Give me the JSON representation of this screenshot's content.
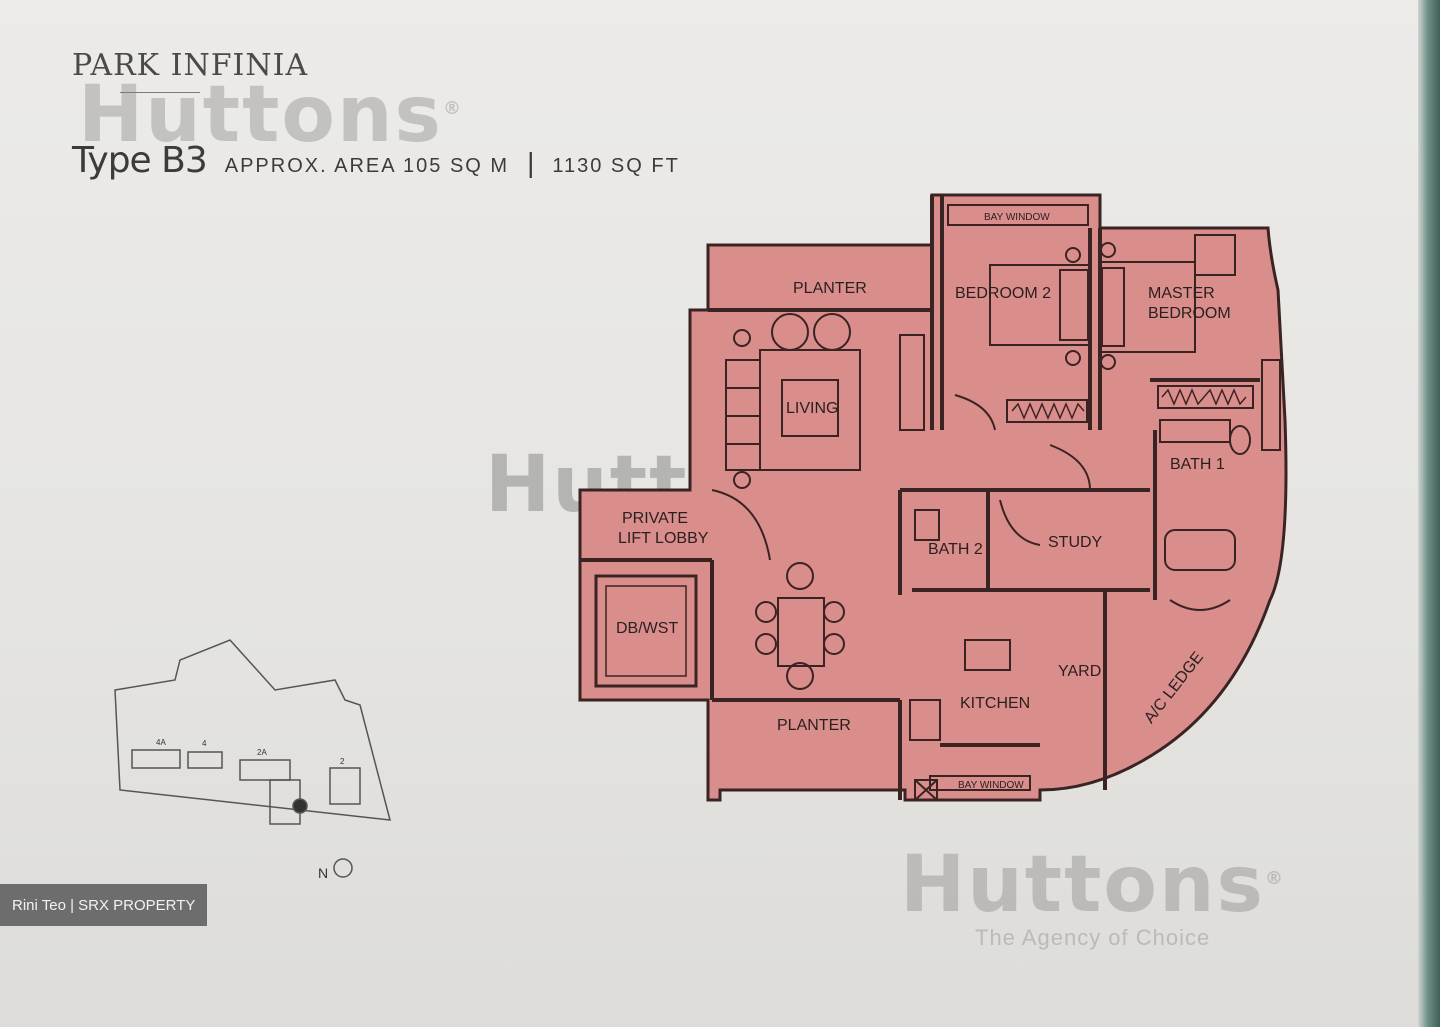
{
  "header": {
    "project_logo": "PARK INFINIA",
    "type_name": "Type B3",
    "area_text": "APPROX. AREA  105 SQ M",
    "separator": "|",
    "area_ft_text": "1130 SQ FT"
  },
  "watermarks": {
    "brand": "Huttons",
    "registered": "®",
    "tagline": "The Agency of Choice"
  },
  "rooms": {
    "planter_top": "PLANTER",
    "bay_window_top": "BAY WINDOW",
    "bedroom2": "BEDROOM 2",
    "master_bedroom_line1": "MASTER",
    "master_bedroom_line2": "BEDROOM",
    "living": "LIVING",
    "bath1": "BATH 1",
    "bath2": "BATH 2",
    "study": "STUDY",
    "private_lift_lobby_line1": "PRIVATE",
    "private_lift_lobby_line2": "LIFT LOBBY",
    "dbcloset": "DB/WST",
    "yard": "YARD",
    "kitchen": "KITCHEN",
    "planter_bottom": "PLANTER",
    "ac_ledge": "A/C LEDGE",
    "bay_window_bottom": "BAY WINDOW"
  },
  "keyplan": {
    "labels": [
      "4A",
      "4",
      "2A",
      "2"
    ],
    "north": "N"
  },
  "credit": "Rini Teo | SRX PROPERTY",
  "colors": {
    "plan_fill": "#d98e8c",
    "wall": "#3a2323"
  }
}
